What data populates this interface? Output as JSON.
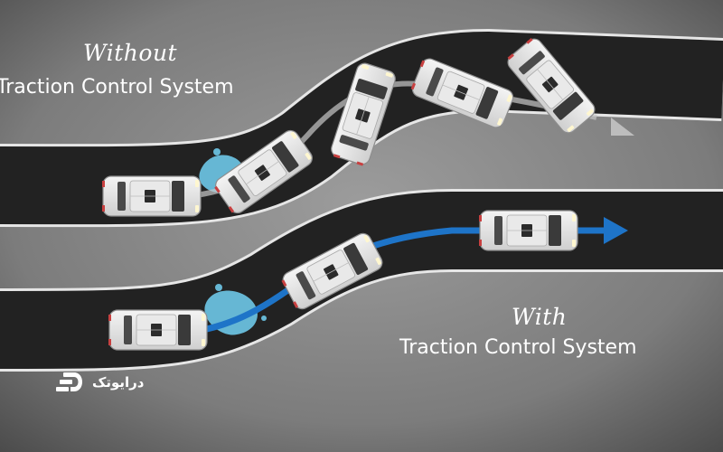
{
  "without": {
    "line1": "Without",
    "line2": "Traction Control System"
  },
  "with": {
    "line1": "With",
    "line2": "Traction Control System"
  },
  "watermark": {
    "text": "درایوتک"
  },
  "colors": {
    "road": "#222222",
    "road_edge": "#e6e6e6",
    "path_without": "#c8c8c8",
    "path_with": "#1e74c8",
    "water": "#6ec8e8",
    "background": "#7a7a7a"
  },
  "icons": [
    "car-icon",
    "arrow-right-icon",
    "water-puddle-icon",
    "logo-icon"
  ]
}
